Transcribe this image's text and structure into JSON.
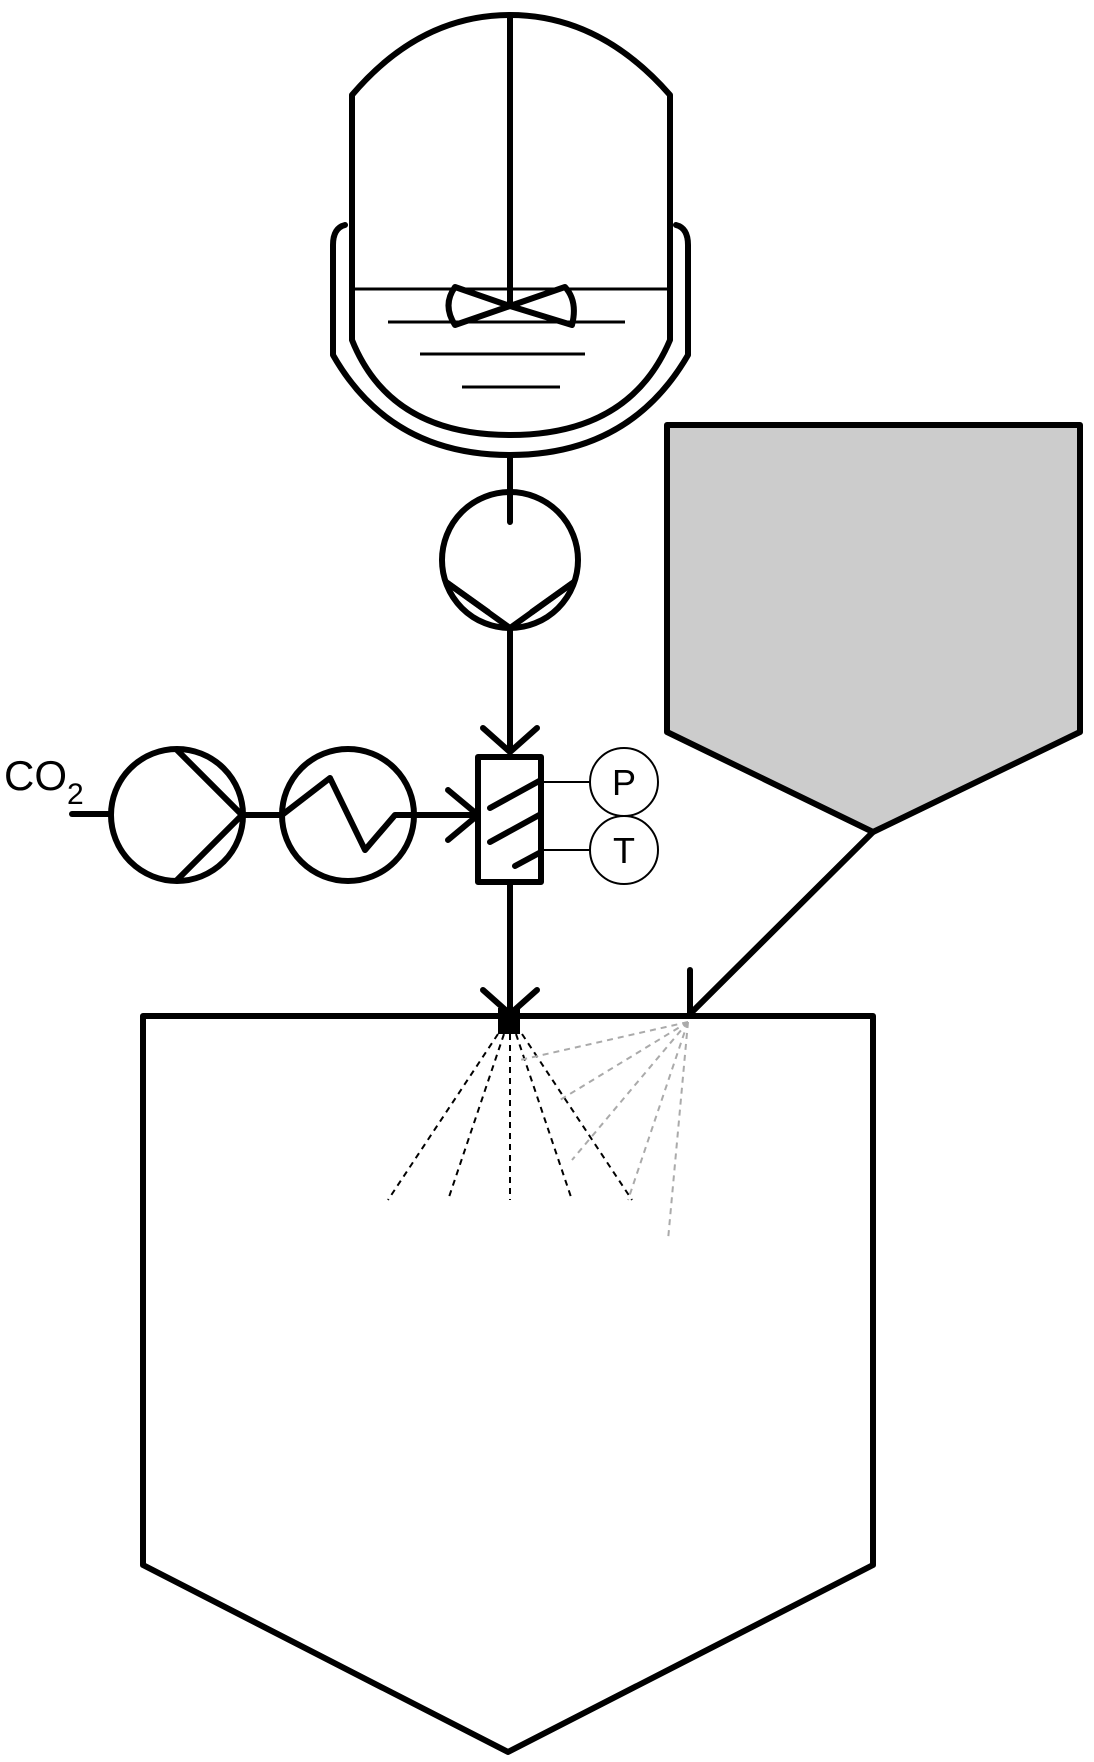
{
  "labels": {
    "co2": "CO",
    "co2_subscript": "2",
    "pressure": "P",
    "temperature": "T"
  },
  "colors": {
    "line": "#000000",
    "hopper_fill": "#cccccc",
    "spray_dark": "#000000",
    "spray_light": "#aaaaaa",
    "background": "#ffffff"
  }
}
